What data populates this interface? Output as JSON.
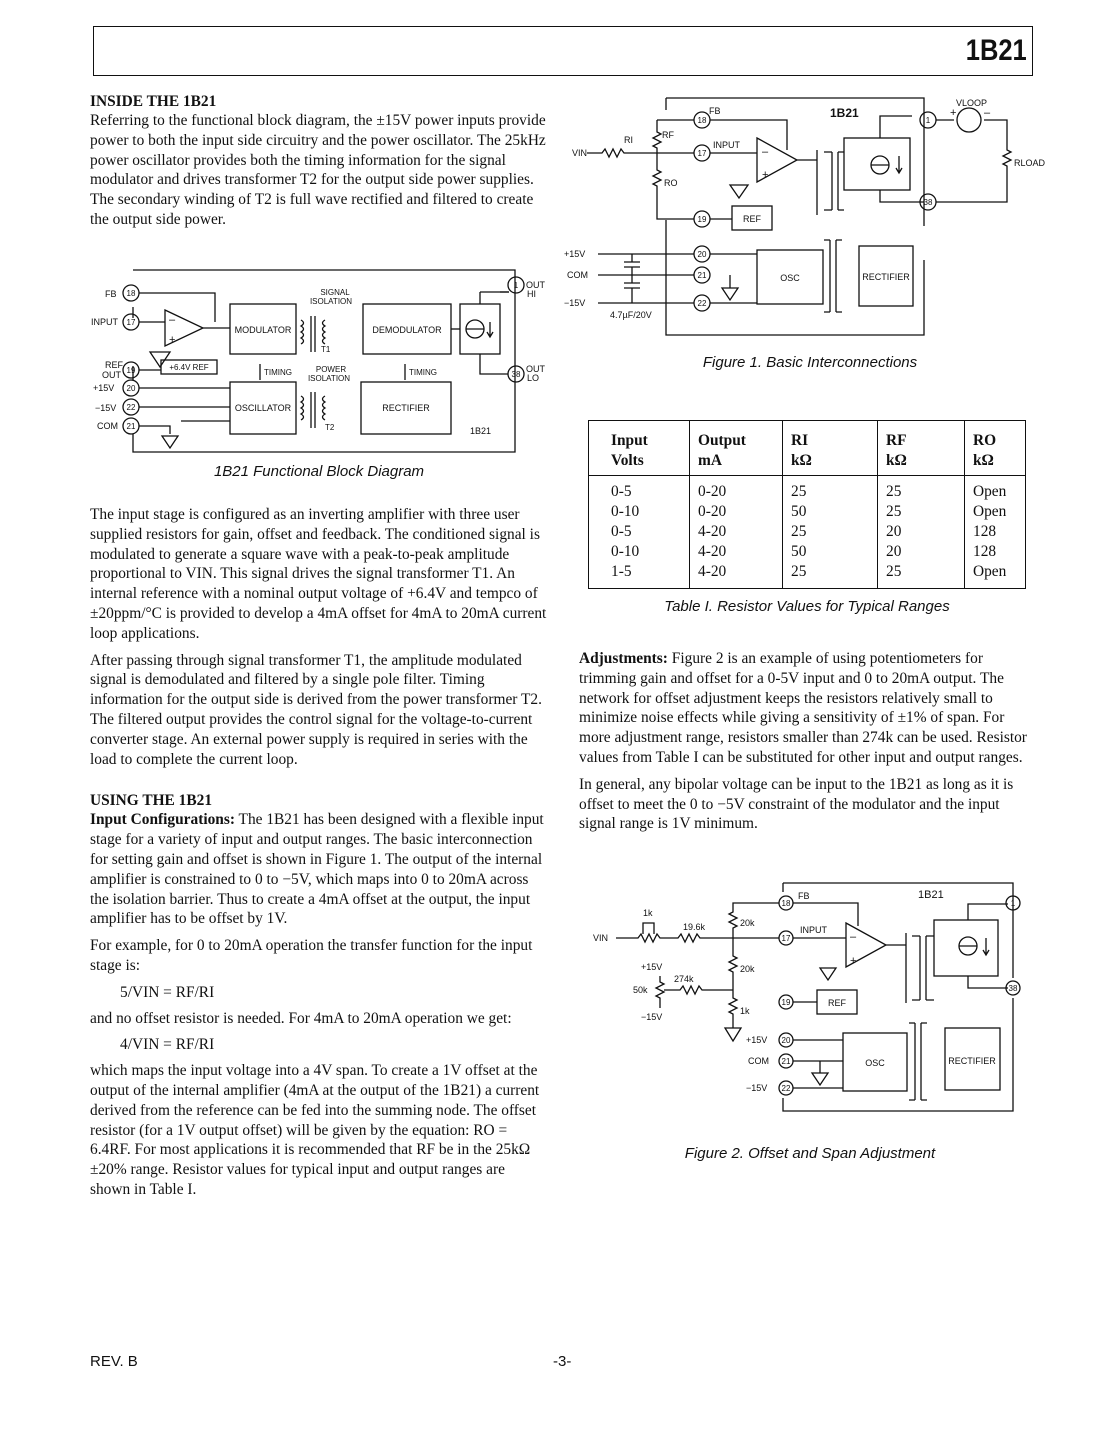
{
  "header": {
    "part_number": "1B21"
  },
  "left": {
    "inside_heading": "INSIDE THE 1B21",
    "inside_para": "Referring to the functional block diagram, the ±15V power inputs provide power to both the input side circuitry and the power oscillator. The 25kHz power oscillator provides both the timing information for the signal modulator and drives transformer T2 for the output side power supplies. The secondary winding of T2 is full wave rectified and filtered to create the output side power.",
    "block_caption": "1B21 Functional Block Diagram",
    "para_input_stage": "The input stage is configured as an inverting amplifier with three user supplied resistors for gain, offset and feedback. The conditioned signal is modulated to generate a square wave with a peak-to-peak amplitude proportional to VIN. This signal drives the signal transformer T1. An internal reference with a nominal output voltage of +6.4V and tempco of ±20ppm/°C is provided to develop a 4mA offset for 4mA to 20mA current loop applications.",
    "para_after_t1": "After passing through signal transformer T1, the amplitude modulated signal is demodulated and filtered by a single pole filter. Timing information for the output side is derived from the power transformer T2. The filtered output provides the control signal for the voltage-to-current converter stage. An external power supply is required in series with the load to complete the current loop.",
    "using_heading": "USING THE 1B21",
    "input_config_label": "Input Configurations:",
    "input_config_text": " The 1B21 has been designed with a flexible input stage for a variety of input and output ranges. The basic interconnection for setting gain and offset is shown in Figure 1. The output of the internal amplifier is constrained to 0 to −5V, which maps into 0 to 20mA across the isolation barrier. Thus to create a 4mA offset at the output, the input amplifier has to be offset by 1V.",
    "para_example": "For example, for 0 to 20mA operation the transfer function for the input stage is:",
    "eq1": "5/VIN = RF/RI",
    "para_no_offset": "and no offset resistor is needed. For 4mA to 20mA operation we get:",
    "eq2": "4/VIN = RF/RI",
    "para_span": "which maps the input voltage into a 4V span. To create a 1V offset at the output of the internal amplifier (4mA at the output of the 1B21) a current derived from the reference can be fed into the summing node. The offset resistor (for a 1V output offset) will be given by the equation: RO = 6.4RF. For most applications it is recommended that RF be in the 25kΩ ±20% range. Resistor values for typical input and output ranges are shown in Table I."
  },
  "block_diagram": {
    "pins": [
      "FB",
      "INPUT",
      "REF OUT",
      "+15V",
      "−15V",
      "COM"
    ],
    "pin_numbers": [
      "18",
      "17",
      "19",
      "20",
      "22",
      "21",
      "1",
      "38"
    ],
    "blocks": [
      "MODULATOR",
      "DEMODULATOR",
      "OSCILLATOR",
      "RECTIFIER",
      "+6.4V REF"
    ],
    "labels": [
      "SIGNAL",
      "ISOLATION",
      "POWER",
      "ISOLATION",
      "TIMING",
      "TIMING",
      "T1",
      "T2",
      "1B21",
      "OUT",
      "HI",
      "OUT",
      "LO"
    ]
  },
  "figure1": {
    "caption": "Figure 1.  Basic Interconnections",
    "labels": [
      "FB",
      "1B21",
      "INPUT",
      "REF",
      "OSC",
      "RECTIFIER",
      "VIN",
      "RI",
      "RF",
      "RO",
      "VLOOP",
      "RLOAD",
      "+15V",
      "COM",
      "−15V",
      "4.7µF/20V"
    ]
  },
  "table1": {
    "headers": [
      [
        "Input",
        "Volts"
      ],
      [
        "Output",
        "mA"
      ],
      [
        "RI",
        "kΩ"
      ],
      [
        "RF",
        "kΩ"
      ],
      [
        "RO",
        "kΩ"
      ]
    ],
    "rows": [
      [
        "0-5",
        "0-20",
        "25",
        "25",
        "Open"
      ],
      [
        "0-10",
        "0-20",
        "50",
        "25",
        "Open"
      ],
      [
        "0-5",
        "4-20",
        "25",
        "20",
        "128"
      ],
      [
        "0-10",
        "4-20",
        "50",
        "20",
        "128"
      ],
      [
        "1-5",
        "4-20",
        "25",
        "25",
        "Open"
      ]
    ],
    "caption": "Table I.  Resistor Values for Typical Ranges"
  },
  "right": {
    "adjust_label": "Adjustments:",
    "adjust_text": " Figure 2 is an example of using potentiometers for trimming gain and offset for a 0-5V input and 0 to 20mA output. The network for offset adjustment keeps the resistors relatively small to minimize noise effects while giving a sensitivity of ±1% of span. For more adjustment range, resistors smaller than 274k can be used. Resistor values from Table I can be substituted for other input and output ranges.",
    "para_bipolar": "In general, any bipolar voltage can be input to the 1B21 as long as it is offset to meet the 0 to −5V constraint of the modulator and the input signal range is 1V minimum."
  },
  "figure2": {
    "caption": "Figure 2.  Offset and Span Adjustment",
    "labels": [
      "FB",
      "1B21",
      "INPUT",
      "REF",
      "OSC",
      "RECTIFIER",
      "VIN",
      "1k",
      "19.6k",
      "20k",
      "20k",
      "+15V",
      "274k",
      "50k",
      "−15V",
      "1k",
      "+15V",
      "COM",
      "−15V"
    ]
  },
  "footer": {
    "rev": "REV. B",
    "page": "-3-"
  }
}
